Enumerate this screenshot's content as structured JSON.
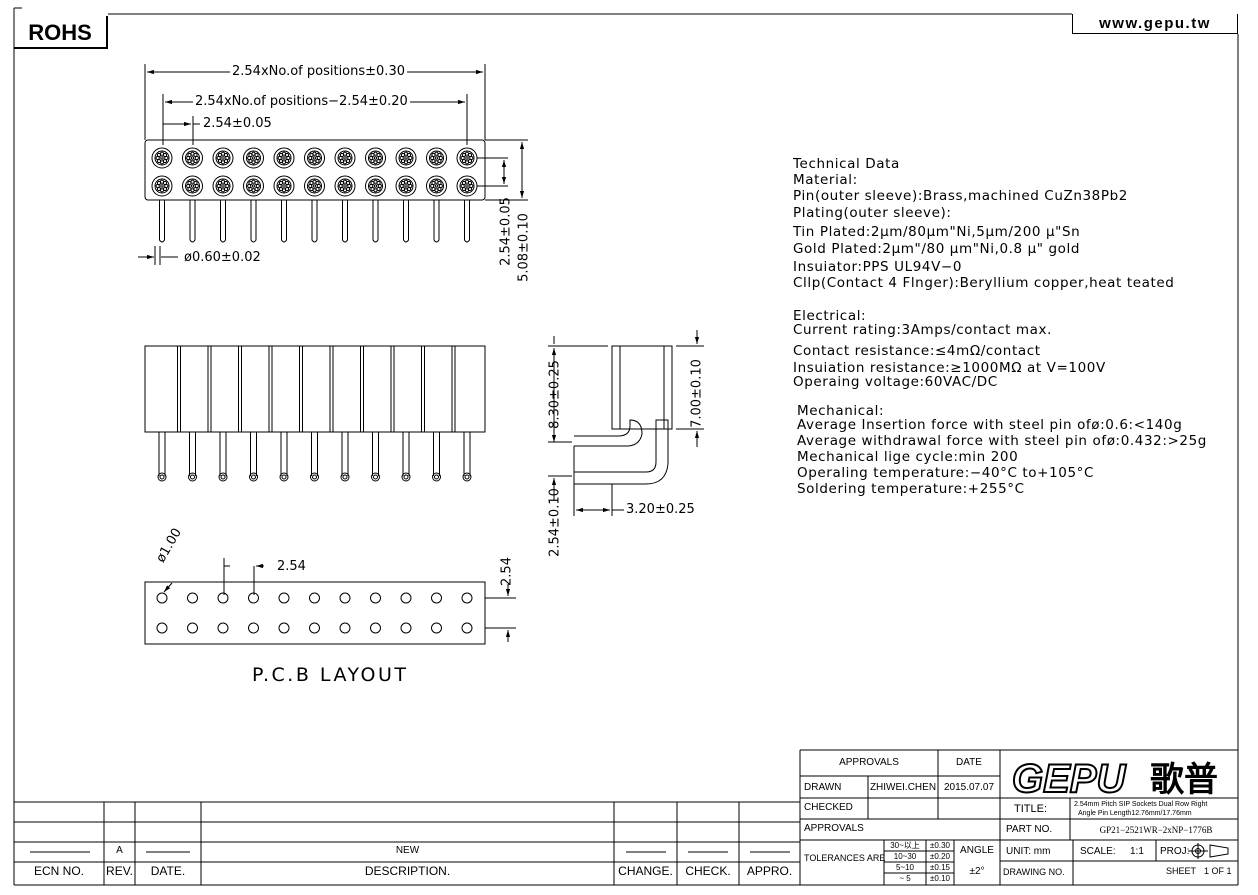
{
  "header": {
    "rohs": "ROHS",
    "website": "www.gepu.tw"
  },
  "dimensions": {
    "overall_length": "2.54xNo.of  positions±0.30",
    "inner_length": "2.54xNo.of  positions−2.54±0.20",
    "pitch": "2.54±0.05",
    "pin_diameter": "ø0.60±0.02",
    "row_pitch": "2.54±0.05",
    "body_width": "5.08±0.10",
    "side_height_total": "8.30±0.25",
    "side_body_height": "7.00±0.10",
    "side_pin_offset": "2.54±0.10",
    "side_pin_length": "3.20±0.25",
    "pcb_hole": "ø1.00",
    "pcb_pitch_x": "2.54",
    "pcb_pitch_y": "2.54"
  },
  "pcb_layout_label": "P.C.B LAYOUT",
  "technical_data": [
    "Technical Data",
    "Material:",
    "Pin(outer sleeve):Brass,machined CuZn38Pb2",
    "Plating(outer sleeve):",
    "Tin Plated:2μm/80μm\"Ni,5μm/200 μ\"Sn",
    "Gold Plated:2μm\"/80 μm\"Ni,0.8 μ\" gold",
    "Insuiator:PPS UL94V−0",
    "Cllp(Contact 4 Flnger):Beryllium copper,heat teated",
    "Electrical:",
    "Current rating:3Amps/contact max.",
    "Contact resistance:≤4mΩ/contact",
    "Insuiation resistance:≥1000MΩ at V=100V",
    "Operaing voltage:60VAC/DC",
    "Mechanical:",
    "Average Insertion force with steel pin ofø:0.6:<140g",
    "Average withdrawal force with steel pin ofø:0.432:>25g",
    "Mechanical lige cycle:min 200",
    "Operaling temperature:−40°C   to+105°C",
    "Soldering temperature:+255°C"
  ],
  "revision": {
    "ecn_no_label": "ECN NO.",
    "rev_label": "REV.",
    "date_label": "DATE.",
    "description_label": "DESCRIPTION.",
    "change_label": "CHANGE.",
    "check_label": "CHECK.",
    "appro_label": "APPRO.",
    "rev_value": "A",
    "description_value": "NEW"
  },
  "title_block": {
    "approvals_header": "APPROVALS",
    "date_header": "DATE",
    "drawn_label": "DRAWN",
    "drawn_by": "ZHIWEI.CHEN",
    "drawn_date": "2015.07.07",
    "checked_label": "CHECKED",
    "approvals_label": "APPROVALS",
    "tolerances_label": "TOLERANCES ARE",
    "tol_ranges": [
      "30~以上",
      "10~30",
      "5~10",
      "~ 5"
    ],
    "tol_values": [
      "±0.30",
      "±0.20",
      "±0.15",
      "±0.10"
    ],
    "angle_label": "ANGLE",
    "angle_value": "±2°",
    "logo_text": "GEPU",
    "logo_cn": "歌普",
    "title_label": "TITLE:",
    "title_line1": "2.54mm Pitch SIP Sockets Dual Row Right",
    "title_line2": "Angle Pin Length12.76mm/17.76mm",
    "part_no_label": "PART NO.",
    "part_no": "GP21−2521WR−2xNP−1776B",
    "unit_label": "UNIT: mm",
    "scale_label": "SCALE:",
    "scale_value": "1:1",
    "proj_label": "PROJ:",
    "drawing_no_label": "DRAWING NO.",
    "sheet_label": "SHEET",
    "sheet_value": "1  OF  1"
  }
}
